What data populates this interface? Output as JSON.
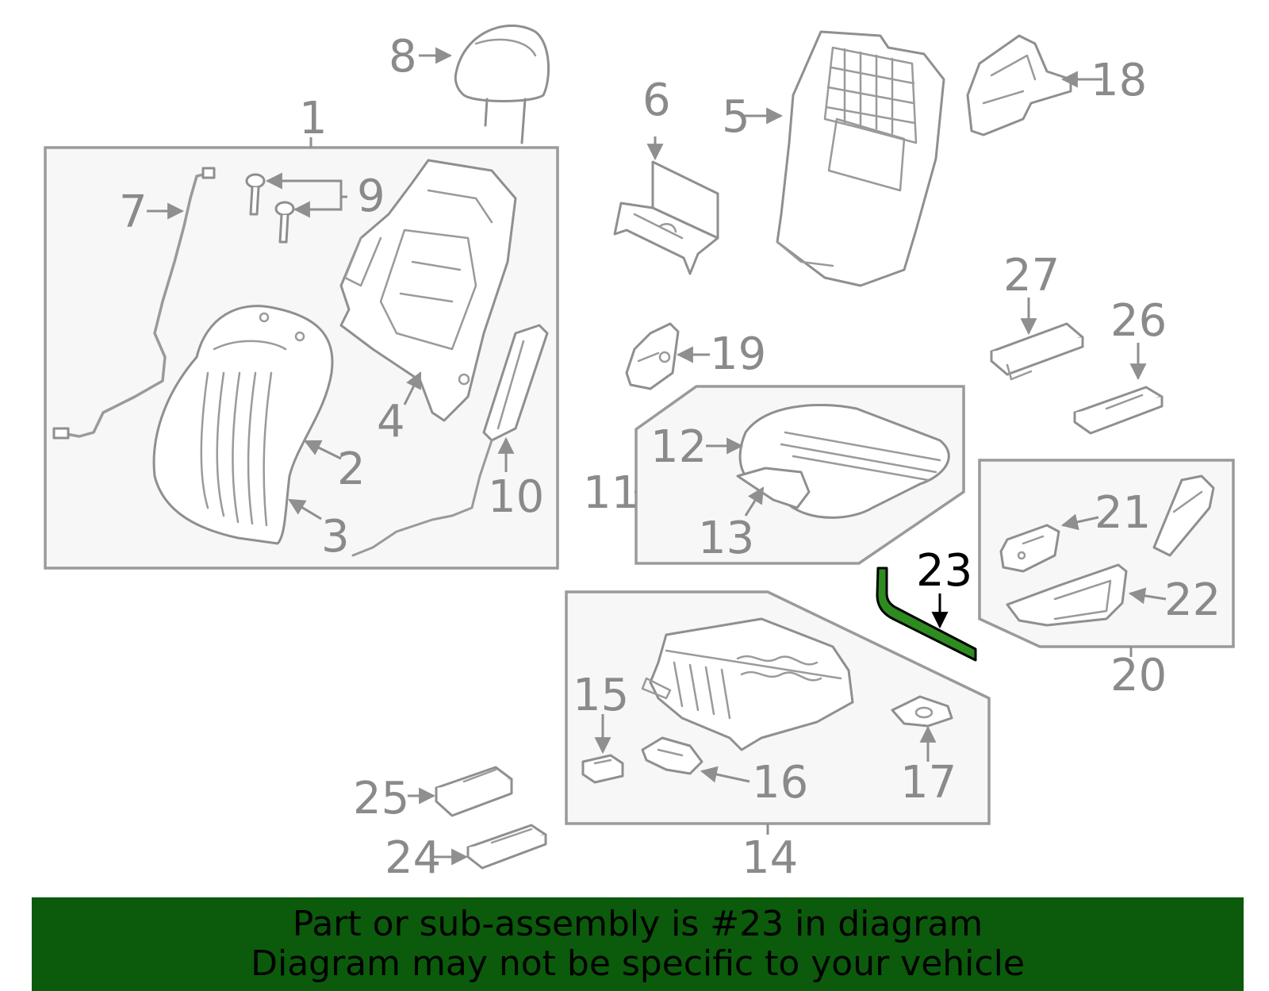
{
  "callouts": {
    "c1": "1",
    "c2": "2",
    "c3": "3",
    "c4": "4",
    "c5": "5",
    "c6": "6",
    "c7": "7",
    "c8": "8",
    "c9": "9",
    "c10": "10",
    "c11": "11",
    "c12": "12",
    "c13": "13",
    "c14": "14",
    "c15": "15",
    "c16": "16",
    "c17": "17",
    "c18": "18",
    "c19": "19",
    "c20": "20",
    "c21": "21",
    "c22": "22",
    "c23": "23",
    "c24": "24",
    "c25": "25",
    "c26": "26",
    "c27": "27"
  },
  "highlighted_part": "23",
  "colors": {
    "banner": "#0c5a0c",
    "highlight": "#2e8b1f",
    "linework": "#8f8f8f"
  },
  "banner": {
    "line1": "Part or sub-assembly is #23 in diagram",
    "line2": "Diagram may not be specific to your vehicle"
  }
}
